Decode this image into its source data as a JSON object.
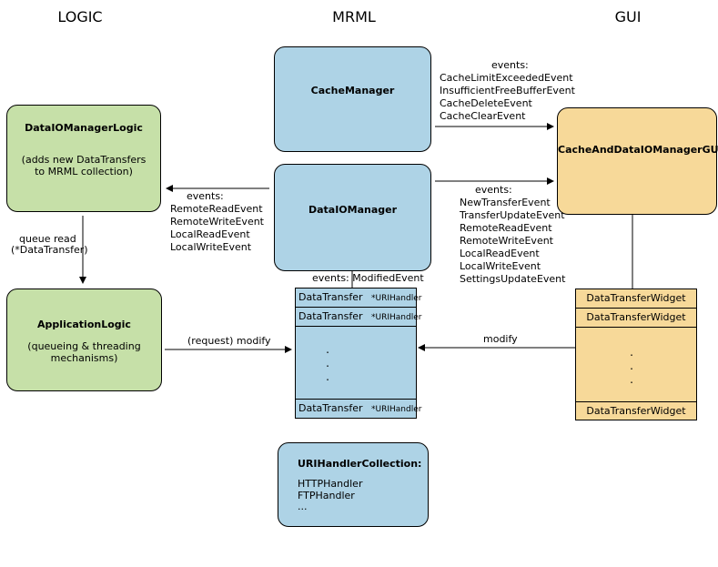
{
  "columns": [
    "LOGIC",
    "MRML",
    "GUI"
  ],
  "boxes": {
    "data_io_manager_logic": {
      "title": "DataIOManagerLogic",
      "sub_line1": "(adds new DataTransfers",
      "sub_line2": "to MRML collection)"
    },
    "application_logic": {
      "title": "ApplicationLogic",
      "sub_line1": "(queueing & threading",
      "sub_line2": "mechanisms)"
    },
    "cache_manager": {
      "title": "CacheManager"
    },
    "data_io_manager": {
      "title": "DataIOManager"
    },
    "gui": {
      "title": "CacheAndDataIOManagerGUI"
    },
    "uri_handler_collection": {
      "title": "URIHandlerCollection:",
      "items": [
        "HTTPHandler",
        "FTPHandler",
        "..."
      ]
    }
  },
  "data_transfer_stack": {
    "rows": [
      {
        "label": "DataTransfer",
        "handler": "*URIHandler"
      },
      {
        "label": "DataTransfer",
        "handler": "*URIHandler"
      },
      {
        "label": "DataTransfer",
        "handler": "*URIHandler"
      }
    ],
    "ellipsis": "."
  },
  "widget_stack": {
    "rows": [
      "DataTransferWidget",
      "DataTransferWidget",
      "DataTransferWidget"
    ],
    "ellipsis": "."
  },
  "labels": {
    "cache_events": [
      "events:",
      "CacheLimitExceededEvent",
      "InsufficientFreeBufferEvent",
      "CacheDeleteEvent",
      "CacheClearEvent"
    ],
    "io_to_logic_events": [
      "events:",
      "RemoteReadEvent",
      "RemoteWriteEvent",
      "LocalReadEvent",
      "LocalWriteEvent"
    ],
    "io_to_gui_events": [
      "events:",
      "NewTransferEvent",
      "TransferUpdateEvent",
      "RemoteReadEvent",
      "RemoteWriteEvent",
      "LocalReadEvent",
      "LocalWriteEvent",
      "SettingsUpdateEvent"
    ],
    "queue_read": [
      "queue read",
      "(*DataTransfer)"
    ],
    "modified_event": "events:  ModifiedEvent",
    "request_modify": "(request) modify",
    "modify": "modify"
  }
}
